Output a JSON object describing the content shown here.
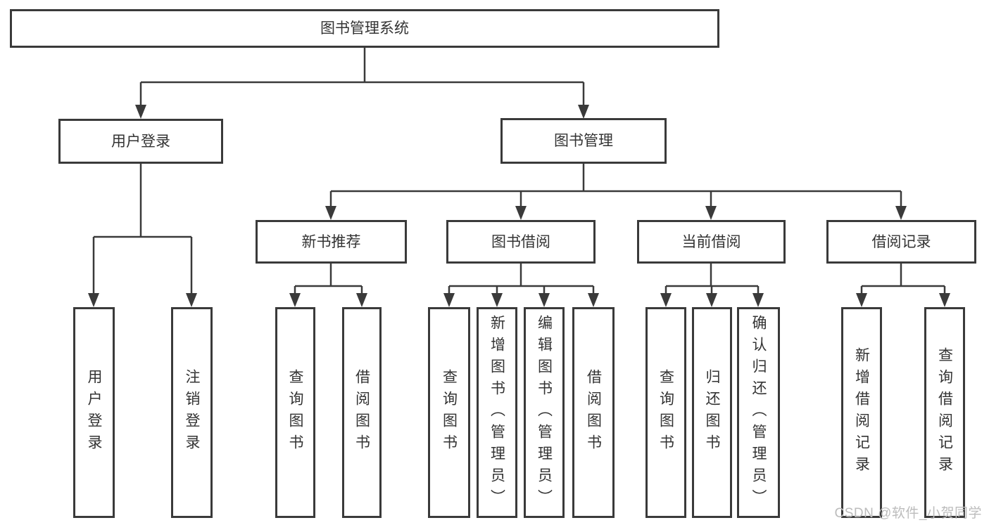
{
  "title": "图书管理系统",
  "branches": [
    {
      "label": "用户登录",
      "leaves": [
        "用户登录",
        "注销登录"
      ]
    },
    {
      "label": "图书管理",
      "groups": [
        {
          "label": "新书推荐",
          "leaves": [
            "查询图书",
            "借阅图书"
          ]
        },
        {
          "label": "图书借阅",
          "leaves": [
            "查询图书",
            "新增图书（管理员）",
            "编辑图书（管理员）",
            "借阅图书"
          ]
        },
        {
          "label": "当前借阅",
          "leaves": [
            "查询图书",
            "归还图书",
            "确认归还（管理员）"
          ]
        },
        {
          "label": "借阅记录",
          "leaves": [
            "新增借阅记录",
            "查询借阅记录"
          ]
        }
      ]
    }
  ],
  "watermark": "CSDN @软件_小贺同学",
  "colors": {
    "line": "#3a3a3a",
    "text": "#333333",
    "watermark": "#bcbcbc",
    "background": "#ffffff"
  }
}
